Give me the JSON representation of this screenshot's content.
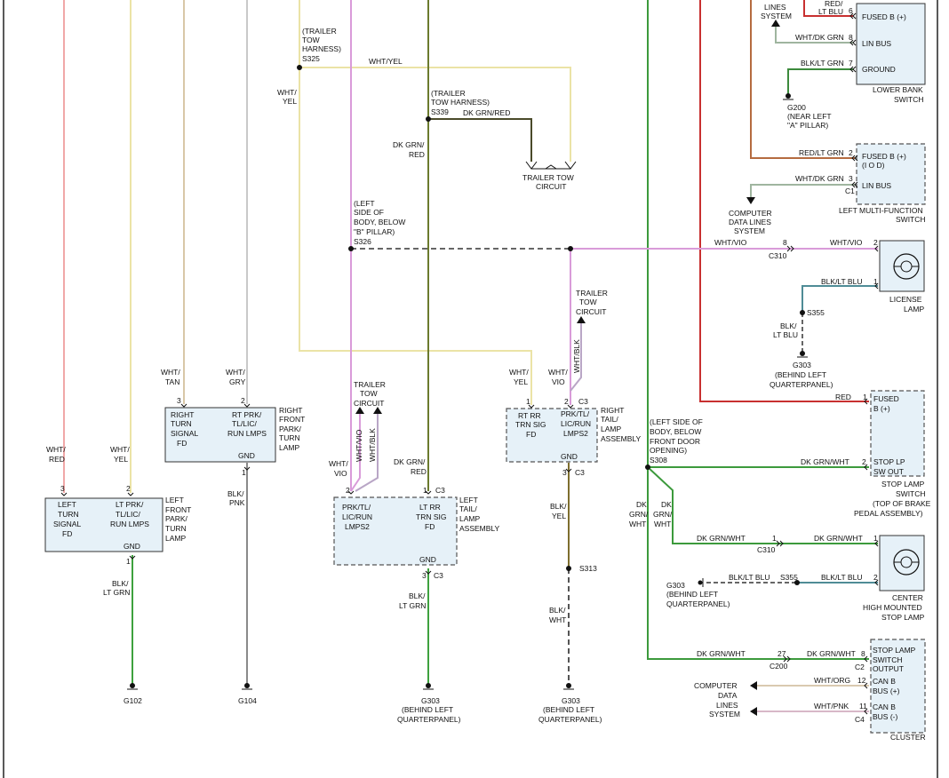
{
  "colors": {
    "wht_red": "#f0a8a8",
    "wht_yel": "#ebe3a6",
    "wht_tan": "#d8c7a8",
    "wht_gry": "#c9c9c9",
    "wht_vio": "#d99bd9",
    "wht_blk": "#b9a6c6",
    "dk_grn_red": "#6b7a2e",
    "dk_grn_wht": "#3c9a3c",
    "blk_lt_grn": "#3ea13e",
    "blk_pnk": "#8a8a8a",
    "blk_yel": "#7e6e2e",
    "blk_wht": "#555555",
    "blk_lt_blu": "#4f8c96",
    "red": "#c83030",
    "red_lt_grn": "#b56b40",
    "wht_dk_grn": "#9fb59f",
    "blk_lt_grn_top": "#3c8a3c",
    "wht_org": "#d9c9b0",
    "wht_pnk": "#d8b8c8",
    "box_fill": "#e6f1f8"
  },
  "labels": {
    "lines_top": "LINES",
    "system_top": "SYSTEM",
    "red_lt_blu_a": "RED/",
    "red_lt_blu_b": "LT BLU",
    "pin6": "6",
    "pin8a": "8",
    "pin7": "7",
    "wht_dk_grn_a": "WHT/DK GRN",
    "blk_lt_grn_a": "BLK/LT GRN",
    "fused_b_a": "FUSED B (+)",
    "lin_bus_a": "LIN BUS",
    "ground_a": "GROUND",
    "lower_bank_1": "LOWER BANK",
    "lower_bank_2": "SWITCH",
    "g200_1": "G200",
    "g200_2": "(NEAR LEFT",
    "g200_3": "\"A\" PILLAR)",
    "red_lt_grn": "RED/LT GRN",
    "pin2a": "2",
    "fused_b_b1": "FUSED B (+)",
    "fused_b_b2": "(I O D)",
    "wht_dk_grn_b": "WHT/DK GRN",
    "pin3a": "3",
    "c1": "C1",
    "lin_bus_b": "LIN BUS",
    "left_mf_1": "LEFT MULTI-FUNCTION",
    "left_mf_2": "SWITCH",
    "comp_data_1": "COMPUTER",
    "comp_data_2": "DATA LINES",
    "comp_data_3": "SYSTEM",
    "trailer_tow_h1": "(TRAILER",
    "trailer_tow_h2": "TOW",
    "trailer_tow_h3": "HARNESS)",
    "s325": "S325",
    "wht_yel_top": "WHT/YEL",
    "wht_yel_left_a": "WHT/",
    "wht_yel_left_b": "YEL",
    "trailer_th_1": "(TRAILER",
    "trailer_th_2": "TOW HARNESS)",
    "s339": "S339",
    "dk_grn_red_h": "DK GRN/RED",
    "dk_grn_red_v1": "DK GRN/",
    "dk_grn_red_v2": "RED",
    "trailer_tow_circuit_1": "TRAILER TOW",
    "trailer_tow_circuit_2": "CIRCUIT",
    "left_side_1": "(LEFT",
    "left_side_2": "SIDE OF",
    "left_side_3": "BODY, BELOW",
    "left_side_4": "\"B\" PILLAR)",
    "s326": "S326",
    "wht_vio_h1": "WHT/VIO",
    "pin8b": "8",
    "c310a": "C310",
    "wht_vio_h2": "WHT/VIO",
    "pin2b": "2",
    "blk_lt_blu_1": "BLK/LT BLU",
    "pin1a": "1",
    "license_1": "LICENSE",
    "license_2": "LAMP",
    "s355a": "S355",
    "blk_lt_blu_v1": "BLK/",
    "blk_lt_blu_v2": "LT BLU",
    "g303a_1": "G303",
    "g303a_2": "(BEHIND LEFT",
    "g303a_3": "QUARTERPANEL)",
    "trailer_tow_c2_1": "TRAILER",
    "trailer_tow_c2_2": "TOW",
    "trailer_tow_c2_3": "CIRCUIT",
    "wht_blk_v": "WHT/BLK",
    "trailer_tow_c3_1": "TRAILER",
    "trailer_tow_c3_2": "TOW",
    "trailer_tow_c3_3": "CIRCUIT",
    "wht_vio_v2": "WHT/VIO",
    "wht_blk_v2": "WHT/BLK",
    "red_h": "RED",
    "pin1b": "1",
    "fused_c1": "FUSED",
    "fused_c2": "B (+)",
    "wht_tan_1": "WHT/",
    "wht_tan_2": "TAN",
    "wht_gry_1": "WHT/",
    "wht_gry_2": "GRY",
    "pin3b": "3",
    "pin2c": "2",
    "rt_turn_1": "RIGHT",
    "rt_turn_2": "TURN",
    "rt_turn_3": "SIGNAL",
    "rt_turn_4": "FD",
    "rt_prk_1": "RT PRK/",
    "rt_prk_2": "TL/LIC/",
    "rt_prk_3": "RUN LMPS",
    "gnd_a": "GND",
    "rfp_1": "RIGHT",
    "rfp_2": "FRONT",
    "rfp_3": "PARK/",
    "rfp_4": "TURN",
    "rfp_5": "LAMP",
    "wht_yel_r1": "WHT/",
    "wht_yel_r2": "YEL",
    "wht_vio_r1": "WHT/",
    "wht_vio_r2": "VIO",
    "pin1c": "1",
    "pin2d": "2",
    "c3a": "C3",
    "rt_rr_1": "RT RR",
    "rt_rr_2": "TRN SIG",
    "rt_rr_3": "FD",
    "prk_r_1": "PRK/TL/",
    "prk_r_2": "LIC/RUN",
    "prk_r_3": "LMPS2",
    "rtl_1": "RIGHT",
    "rtl_2": "TAIL/",
    "rtl_3": "LAMP",
    "rtl_4": "ASSEMBLY",
    "gnd_b": "GND",
    "pin3c": "3",
    "c3b": "C3",
    "wht_red_1": "WHT/",
    "wht_red_2": "RED",
    "wht_yel_l1": "WHT/",
    "wht_yel_l2": "YEL",
    "pin3d": "3",
    "pin2e": "2",
    "lt_turn_1": "LEFT",
    "lt_turn_2": "TURN",
    "lt_turn_3": "SIGNAL",
    "lt_turn_4": "FD",
    "lt_prk_1": "LT PRK/",
    "lt_prk_2": "TL/LIC/",
    "lt_prk_3": "RUN LMPS",
    "lfp_1": "LEFT",
    "lfp_2": "FRONT",
    "lfp_3": "PARK/",
    "lfp_4": "TURN",
    "lfp_5": "LAMP",
    "gnd_c": "GND",
    "pin1d": "1",
    "blk_lt_grn_v1": "BLK/",
    "blk_lt_grn_v2": "LT GRN",
    "g102": "G102",
    "blk_pnk_1": "BLK/",
    "blk_pnk_2": "PNK",
    "pin1e": "1",
    "g104": "G104",
    "wht_vio_l1": "WHT/",
    "wht_vio_l2": "VIO",
    "dk_grn_red_l1": "DK GRN/",
    "dk_grn_red_l2": "RED",
    "pin2f": "2",
    "pin1f": "1",
    "c3c": "C3",
    "prk_l_1": "PRK/TL/",
    "prk_l_2": "LIC/RUN",
    "prk_l_3": "LMPS2",
    "lt_rr_1": "LT RR",
    "lt_rr_2": "TRN SIG",
    "lt_rr_3": "FD",
    "ltl_1": "LEFT",
    "ltl_2": "TAIL/",
    "ltl_3": "LAMP",
    "ltl_4": "ASSEMBLY",
    "gnd_d": "GND",
    "pin3e": "3",
    "c3d": "C3",
    "blk_lt_grn_b1": "BLK/",
    "blk_lt_grn_b2": "LT GRN",
    "g303b_1": "G303",
    "g303b_2": "(BEHIND LEFT",
    "g303b_3": "QUARTERPANEL)",
    "blk_yel_1": "BLK/",
    "blk_yel_2": "YEL",
    "s313": "S313",
    "blk_wht_1": "BLK/",
    "blk_wht_2": "WHT",
    "g303c_1": "G303",
    "g303c_2": "(BEHIND LEFT",
    "g303c_3": "QUARTERPANEL)",
    "lsb_1": "(LEFT SIDE OF",
    "lsb_2": "BODY, BELOW",
    "lsb_3": "FRONT DOOR",
    "lsb_4": "OPENING)",
    "s308": "S308",
    "dk_grn_wht_h1": "DK GRN/WHT",
    "pin2g": "2",
    "stop_lp_1": "STOP LP",
    "stop_lp_2": "SW OUT",
    "sls_1": "STOP LAMP",
    "sls_2": "SWITCH",
    "sls_3": "(TOP OF BRAKE",
    "sls_4": "PEDAL ASSEMBLY)",
    "dk_grn_wht_v1": "DK",
    "dk_grn_wht_v2": "GRN/",
    "dk_grn_wht_v3": "WHT",
    "dk_grn_wht_v4": "DK",
    "dk_grn_wht_v5": "GRN/",
    "dk_grn_wht_v6": "WHT",
    "dk_grn_wht_h2": "DK GRN/WHT",
    "pin1g": "1",
    "c310b": "C310",
    "dk_grn_wht_h3": "DK GRN/WHT",
    "pin1h": "1",
    "g303d_1": "G303",
    "g303d_2": "(BEHIND LEFT",
    "g303d_3": "QUARTERPANEL)",
    "blk_lt_blu_h2": "BLK/LT BLU",
    "s355b": "S355",
    "blk_lt_blu_h3": "BLK/LT BLU",
    "pin2h": "2",
    "chm_1": "CENTER",
    "chm_2": "HIGH MOUNTED",
    "chm_3": "STOP LAMP",
    "dk_grn_wht_h4": "DK GRN/WHT",
    "pin27": "27",
    "c200": "C200",
    "dk_grn_wht_h5": "DK GRN/WHT",
    "pin8c": "8",
    "c2": "C2",
    "cl_1": "STOP LAMP",
    "cl_2": "SWITCH",
    "cl_3": "OUTPUT",
    "cl_4": "CAN B",
    "cl_5": "BUS (+)",
    "cl_6": "CAN B",
    "cl_7": "BUS (-)",
    "comp_b_1": "COMPUTER",
    "comp_b_2": "DATA",
    "comp_b_3": "LINES",
    "comp_b_4": "SYSTEM",
    "wht_org": "WHT/ORG",
    "pin12": "12",
    "wht_pnk": "WHT/PNK",
    "pin11": "11",
    "c4": "C4",
    "cluster": "CLUSTER"
  }
}
